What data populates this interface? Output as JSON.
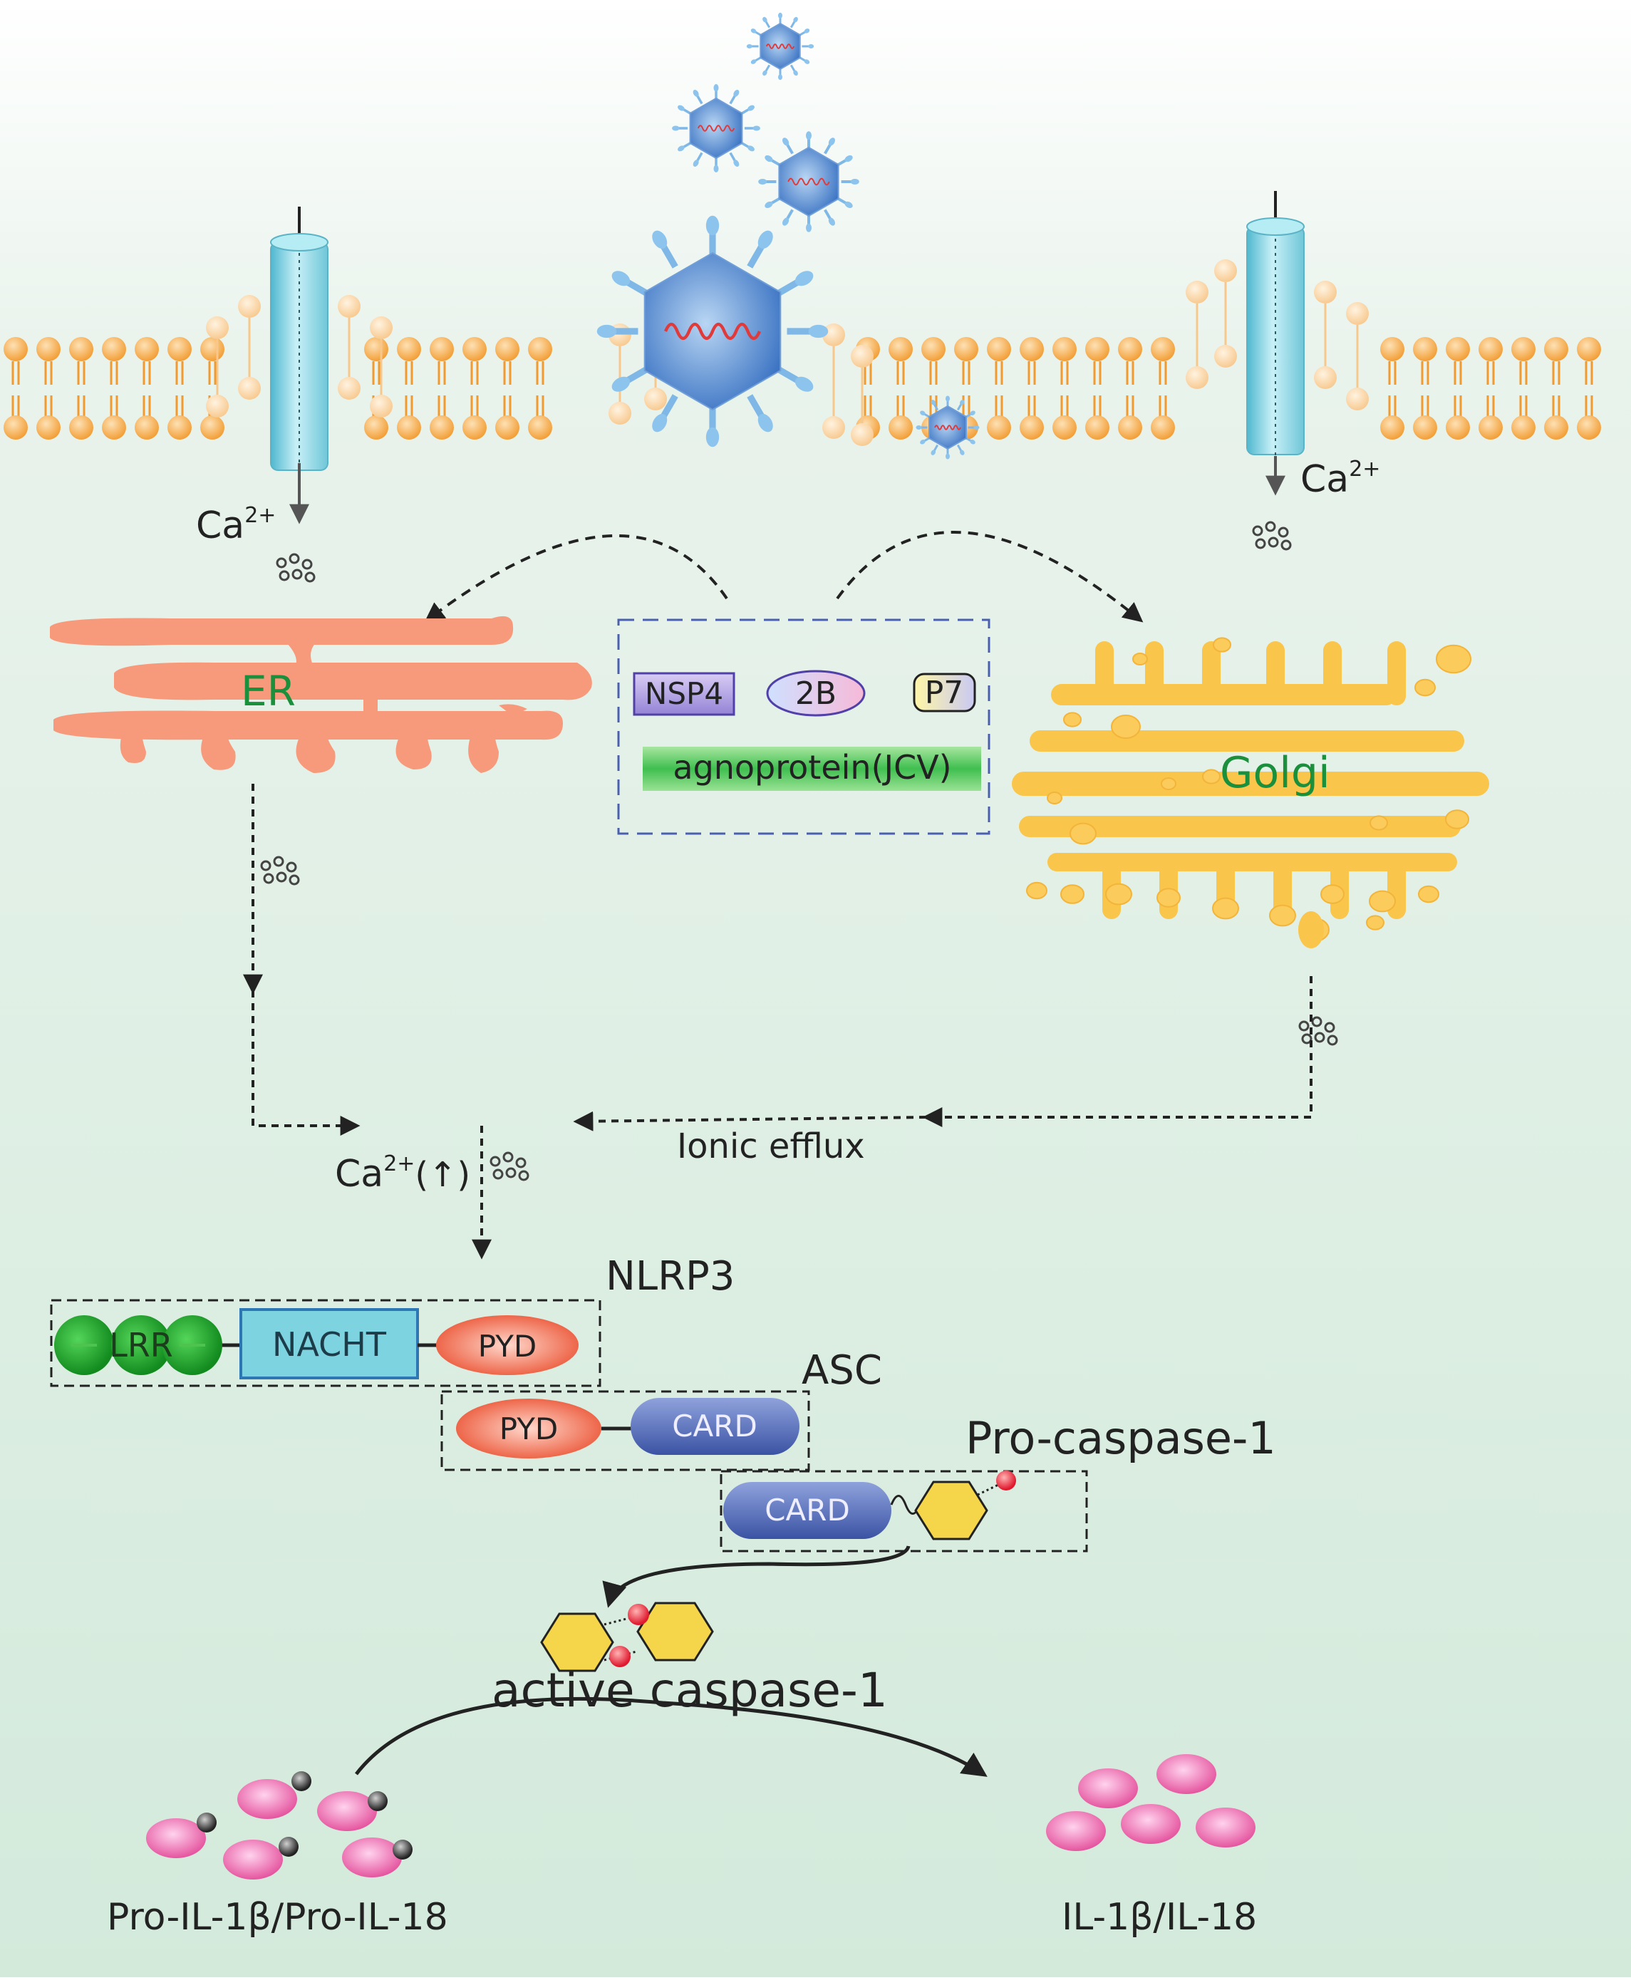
{
  "labels": {
    "ca_left": "Ca",
    "ca_right": "Ca",
    "ca_sup": "2+",
    "ca_increase": "Ca",
    "ca_increase_suffix": "(↑)",
    "er": "ER",
    "golgi": "Golgi",
    "ionic_efflux": "Ionic efflux",
    "nlrp3": "NLRP3",
    "asc": "ASC",
    "pro_caspase": "Pro-caspase-1",
    "active_caspase": "active caspase-1",
    "pro_il": "Pro-IL-1β/Pro-IL-18",
    "il": "IL-1β/IL-18"
  },
  "viral_proteins": {
    "nsp4": "NSP4",
    "p2b": "2B",
    "p7": "P7",
    "agnoprotein": "agnoprotein(JCV)"
  },
  "domains": {
    "lrr": "LRR",
    "nacht": "NACHT",
    "pyd_nlrp3": "PYD",
    "pyd_asc": "PYD",
    "card_asc": "CARD",
    "card_pro": "CARD"
  },
  "colors": {
    "lipid_head": "#f5a13a",
    "membrane_channel": "#7fd3e4",
    "er": "#f79a7b",
    "golgi": "#f9c54a",
    "label_green": "#1a8f3c",
    "lrr_green": "#1fae2f",
    "nacht": "#7dd3e0",
    "pyd": "#ef5a3c",
    "card": "#4a63b3",
    "caspase": "#f5d64a",
    "cytokine": "#ef7ec4",
    "virus": "#6fa3de"
  }
}
